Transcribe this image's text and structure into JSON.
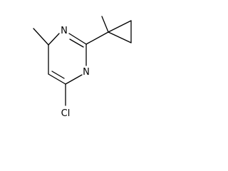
{
  "molecule": {
    "atoms": {
      "n_top": "N",
      "n_bottom": "N",
      "cl": "Cl"
    }
  }
}
